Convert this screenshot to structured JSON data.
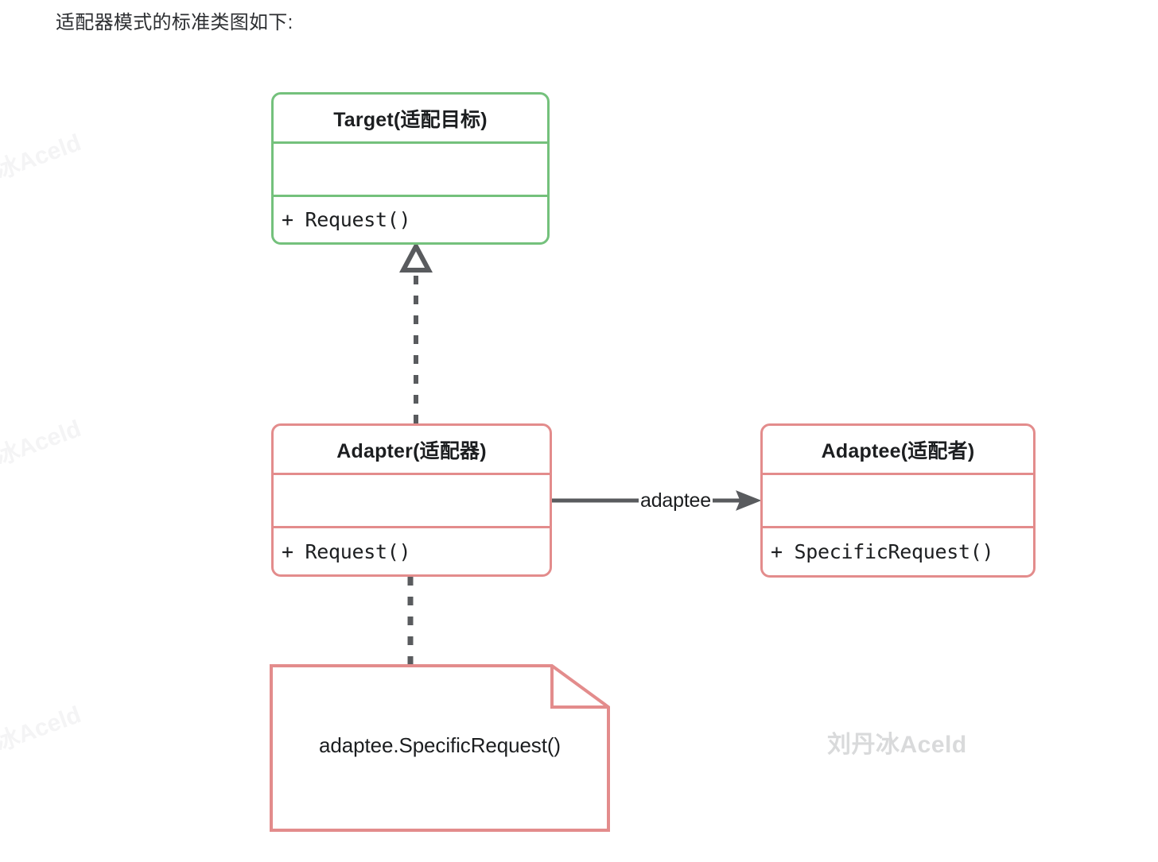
{
  "page": {
    "caption": "适配器模式的标准类图如下:",
    "background_color": "#ffffff"
  },
  "colors": {
    "target_border": "#74c17c",
    "adapter_border": "#e38c8c",
    "adaptee_border": "#e38c8c",
    "note_border": "#e38c8c",
    "connector": "#595b5e",
    "text": "#1c1e20",
    "watermark": "#d9dadb"
  },
  "diagram": {
    "type": "uml-class-diagram",
    "classes": [
      {
        "id": "target",
        "name": "Target(适配目标)",
        "attributes": [],
        "operations": [
          "+ Request()"
        ],
        "accent": "#74c17c"
      },
      {
        "id": "adapter",
        "name": "Adapter(适配器)",
        "attributes": [],
        "operations": [
          "+ Request()"
        ],
        "accent": "#e38c8c"
      },
      {
        "id": "adaptee",
        "name": "Adaptee(适配者)",
        "attributes": [],
        "operations": [
          "+ SpecificRequest()"
        ],
        "accent": "#e38c8c"
      }
    ],
    "notes": [
      {
        "id": "note-adapter-body",
        "text": "adaptee.SpecificRequest()",
        "attached_to": "adapter"
      }
    ],
    "relations": [
      {
        "id": "realization",
        "from": "adapter",
        "to": "target",
        "kind": "realization",
        "line": "dashed",
        "arrowhead": "hollow-triangle",
        "label": ""
      },
      {
        "id": "association",
        "from": "adapter",
        "to": "adaptee",
        "kind": "association",
        "line": "solid",
        "arrowhead": "open-arrow",
        "label": "adaptee"
      },
      {
        "id": "note-link",
        "from": "adapter",
        "to": "note-adapter-body",
        "kind": "note-anchor",
        "line": "dashed",
        "arrowhead": "none",
        "label": ""
      }
    ]
  },
  "watermarks": {
    "center": "刘丹冰Aceld",
    "edge": "刘丹冰Aceld"
  }
}
